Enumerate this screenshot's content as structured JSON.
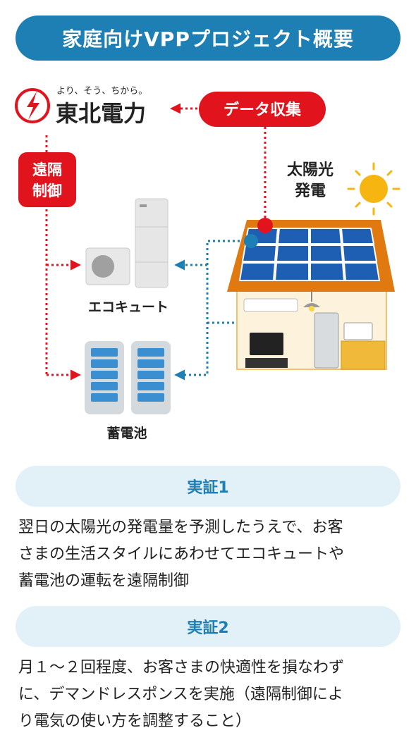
{
  "title": "家庭向けVPPプロジェクト概要",
  "diagram": {
    "company": {
      "tagline": "より、そう、ちから。",
      "name": "東北電力"
    },
    "data_collection_label": "データ収集",
    "remote_control_label": [
      "遠隔",
      "制御"
    ],
    "solar_label": [
      "太陽光",
      "発電"
    ],
    "ecocute_label": "エコキュート",
    "battery_label": "蓄電池",
    "colors": {
      "red": "#e1141e",
      "blue": "#1e7fb5",
      "panel": "#1f5fb3",
      "roof": "#e07a10",
      "sun": "#f7b512"
    }
  },
  "sections": [
    {
      "heading": "実証1",
      "lines": [
        "翌日の太陽光の発電量を予測したうえで、お客",
        "さまの生活スタイルにあわせてエコキュートや",
        "蓄電池の運転を遠隔制御"
      ]
    },
    {
      "heading": "実証2",
      "lines": [
        "月１～２回程度、お客さまの快適性を損なわず",
        "に、デマンドレスポンスを実施（遠隔制御によ",
        "り電気の使い方を調整すること）"
      ]
    }
  ]
}
